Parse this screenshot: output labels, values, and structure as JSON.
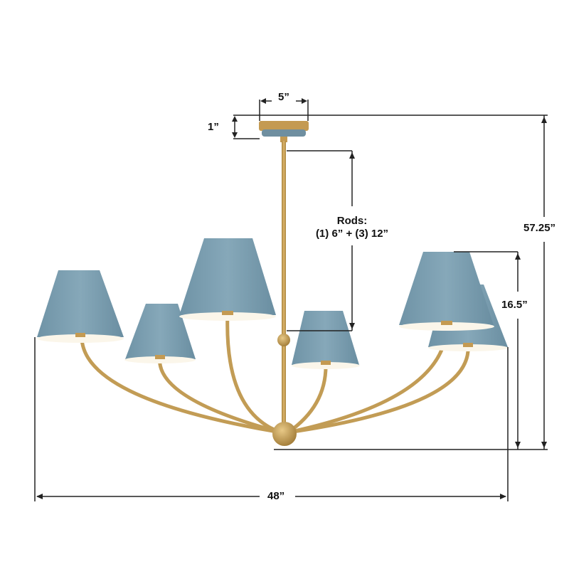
{
  "diagram": {
    "subject": "Six-light chandelier with blue shades and brass arms",
    "dimensions": {
      "canopy_width": "5”",
      "canopy_height": "1”",
      "rods_title": "Rods:",
      "rods_detail": "(1) 6” + (3) 12”",
      "overall_height": "57.25”",
      "fixture_height": "16.5”",
      "overall_width": "48”"
    },
    "colors": {
      "shade": "#7ea1b3",
      "shade_inner": "#fbf6ea",
      "brass": "#c9a25a",
      "line": "#222222"
    }
  }
}
